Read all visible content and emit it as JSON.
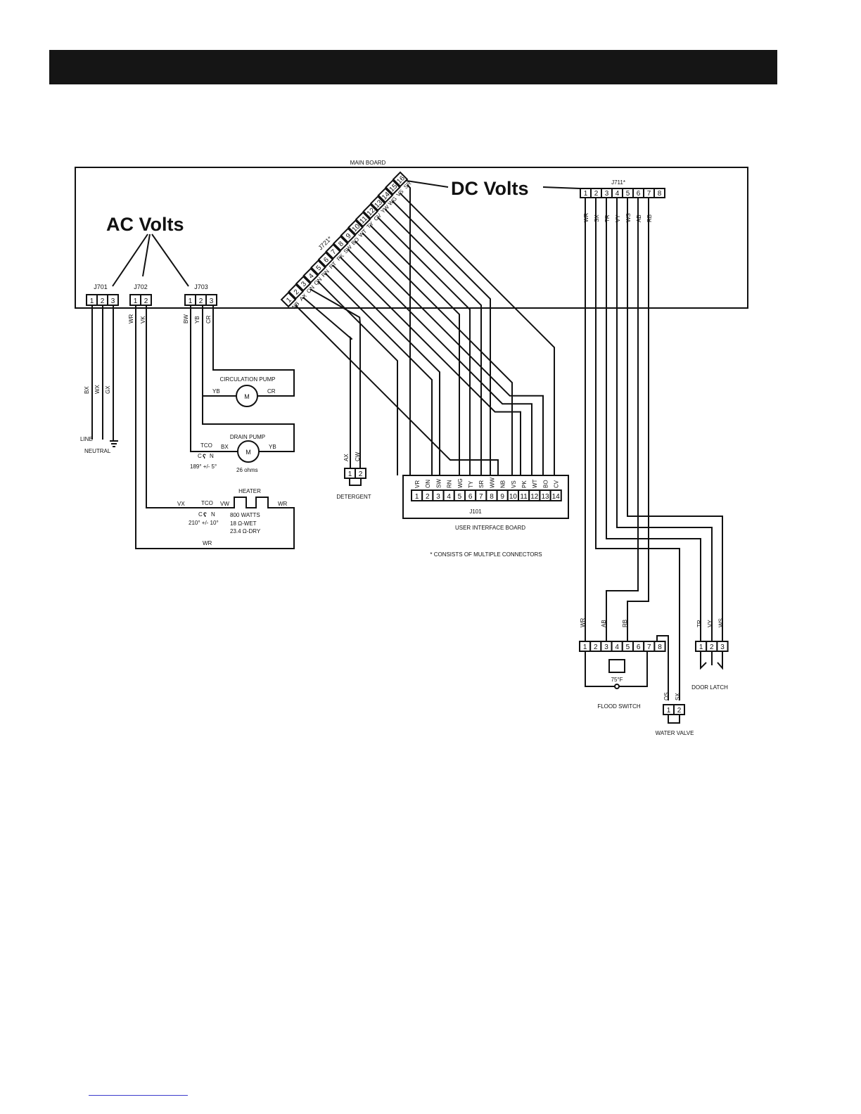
{
  "labels": {
    "main_board": "MAIN BOARD",
    "ac_volts": "AC Volts",
    "dc_volts": "DC Volts",
    "j701": "J701",
    "j702": "J702",
    "j703": "J703",
    "j721": "J721*",
    "j711": "J711*",
    "j101": "J101",
    "user_interface_board": "USER INTERFACE BOARD",
    "footnote": "* CONSISTS OF MULTIPLE CONNECTORS",
    "line": "LINE",
    "neutral": "NEUTRAL",
    "circulation_pump": "CIRCULATION PUMP",
    "drain_pump": "DRAIN PUMP",
    "motor": "M",
    "drain_tco": "TCO",
    "drain_tco_cn": "C",
    "drain_tco_n": "N",
    "drain_tco_temp": "189° +/- 5°",
    "drain_ohms": "26 ohms",
    "heater": "HEATER",
    "heater_tco": "TCO",
    "heater_tco_c": "C",
    "heater_tco_n": "N",
    "heater_tco_temp": "210° +/- 10°",
    "heater_watts": "800 WATTS",
    "heater_wet": "18 Ω-WET",
    "heater_dry": "23.4  Ω-DRY",
    "detergent": "DETERGENT",
    "flood_switch": "FLOOD SWITCH",
    "flood_temp": "75°F",
    "water_valve": "WATER VALVE",
    "door_latch": "DOOR LATCH"
  },
  "j701_pins": [
    "1",
    "2",
    "3"
  ],
  "j702_pins": [
    "1",
    "2"
  ],
  "j703_pins": [
    "1",
    "2",
    "3"
  ],
  "j721_pins": [
    "1",
    "2",
    "3",
    "4",
    "5",
    "6",
    "7",
    "8",
    "9",
    "10",
    "11",
    "12",
    "13",
    "14",
    "15",
    "16"
  ],
  "j721_wires": [
    "NB",
    "AX",
    "ON",
    "QN",
    "RN",
    "RT",
    "PK",
    "SW",
    "BO",
    "WT",
    "TY",
    "CV",
    "YW",
    "WG",
    "VS",
    "SR"
  ],
  "j711_pins": [
    "1",
    "2",
    "3",
    "4",
    "5",
    "6",
    "7",
    "8"
  ],
  "j711_wires": [
    "WR",
    "SX",
    "TR",
    "VY",
    "WS",
    "AB",
    "RB"
  ],
  "j101_pins": [
    "1",
    "2",
    "3",
    "4",
    "5",
    "6",
    "7",
    "8",
    "9",
    "10",
    "11",
    "12",
    "13",
    "14"
  ],
  "j101_wires": [
    "VR",
    "ON",
    "SW",
    "RN",
    "WG",
    "TY",
    "SR",
    "WW",
    "NB",
    "VS",
    "PK",
    "WT",
    "BO",
    "CV"
  ],
  "j701_wires": [
    "BX",
    "WX",
    "GX"
  ],
  "j702_wires": [
    "WR",
    "VK"
  ],
  "j703_wires": [
    "BW",
    "YB",
    "CR"
  ],
  "circ_wires": [
    "YB",
    "CR"
  ],
  "drain_wires": [
    "BX",
    "YB"
  ],
  "heater_wires": [
    "VX",
    "VW",
    "WR"
  ],
  "heater_bottom_wire": "WR",
  "detergent_pins": [
    "1",
    "2"
  ],
  "detergent_wires": [
    "AX",
    "CW"
  ],
  "flood_pins": [
    "1",
    "2",
    "3",
    "4",
    "5",
    "6",
    "7",
    "8"
  ],
  "flood_wires": [
    "WR",
    "AB",
    "RB"
  ],
  "water_valve_pins": [
    "1",
    "2"
  ],
  "water_valve_wires": [
    "OS",
    "SX"
  ],
  "door_pins": [
    "1",
    "2",
    "3"
  ],
  "door_wires": [
    "TR",
    "VY",
    "WS"
  ]
}
